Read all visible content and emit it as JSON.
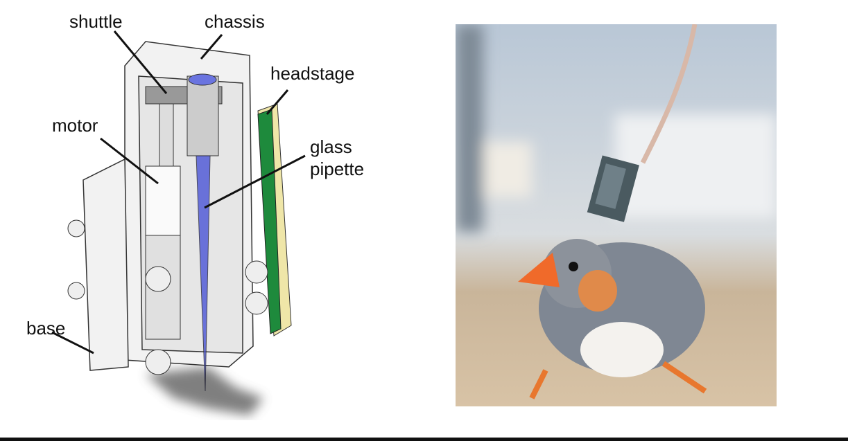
{
  "diagram": {
    "labels": {
      "shuttle": "shuttle",
      "chassis": "chassis",
      "headstage": "headstage",
      "motor": "motor",
      "glass_pipette_line1": "glass",
      "glass_pipette_line2": "pipette",
      "base": "base"
    },
    "colors": {
      "pipette": "#4a55d6",
      "headstage_board": "#1e8a3c",
      "headstage_back": "#efe6a8"
    }
  },
  "photo": {
    "colors": {
      "beak": "#f06a2a",
      "body": "#7f8793",
      "background": "#b9c7d6"
    }
  }
}
